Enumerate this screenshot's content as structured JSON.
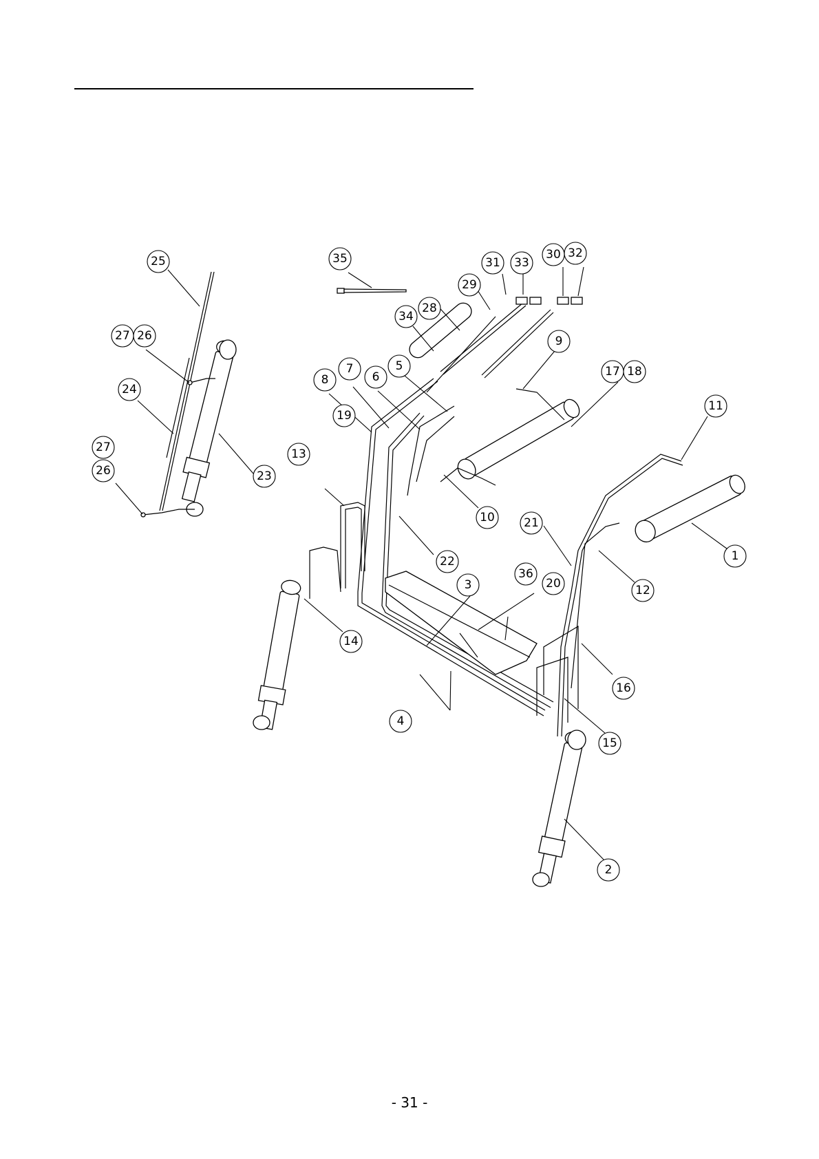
{
  "page": {
    "number_label": "- 31 -"
  },
  "callouts": [
    {
      "label": "1"
    },
    {
      "label": "2"
    },
    {
      "label": "3"
    },
    {
      "label": "4"
    },
    {
      "label": "5"
    },
    {
      "label": "6"
    },
    {
      "label": "7"
    },
    {
      "label": "8"
    },
    {
      "label": "9"
    },
    {
      "label": "10"
    },
    {
      "label": "11"
    },
    {
      "label": "12"
    },
    {
      "label": "13"
    },
    {
      "label": "14"
    },
    {
      "label": "15"
    },
    {
      "label": "16"
    },
    {
      "label": "17"
    },
    {
      "label": "18"
    },
    {
      "label": "19"
    },
    {
      "label": "20"
    },
    {
      "label": "21"
    },
    {
      "label": "22"
    },
    {
      "label": "23"
    },
    {
      "label": "24"
    },
    {
      "label": "25"
    },
    {
      "label": "26"
    },
    {
      "label": "27"
    },
    {
      "label": "26"
    },
    {
      "label": "27"
    },
    {
      "label": "28"
    },
    {
      "label": "29"
    },
    {
      "label": "30"
    },
    {
      "label": "31"
    },
    {
      "label": "32"
    },
    {
      "label": "33"
    },
    {
      "label": "34"
    },
    {
      "label": "35"
    },
    {
      "label": "36"
    }
  ]
}
